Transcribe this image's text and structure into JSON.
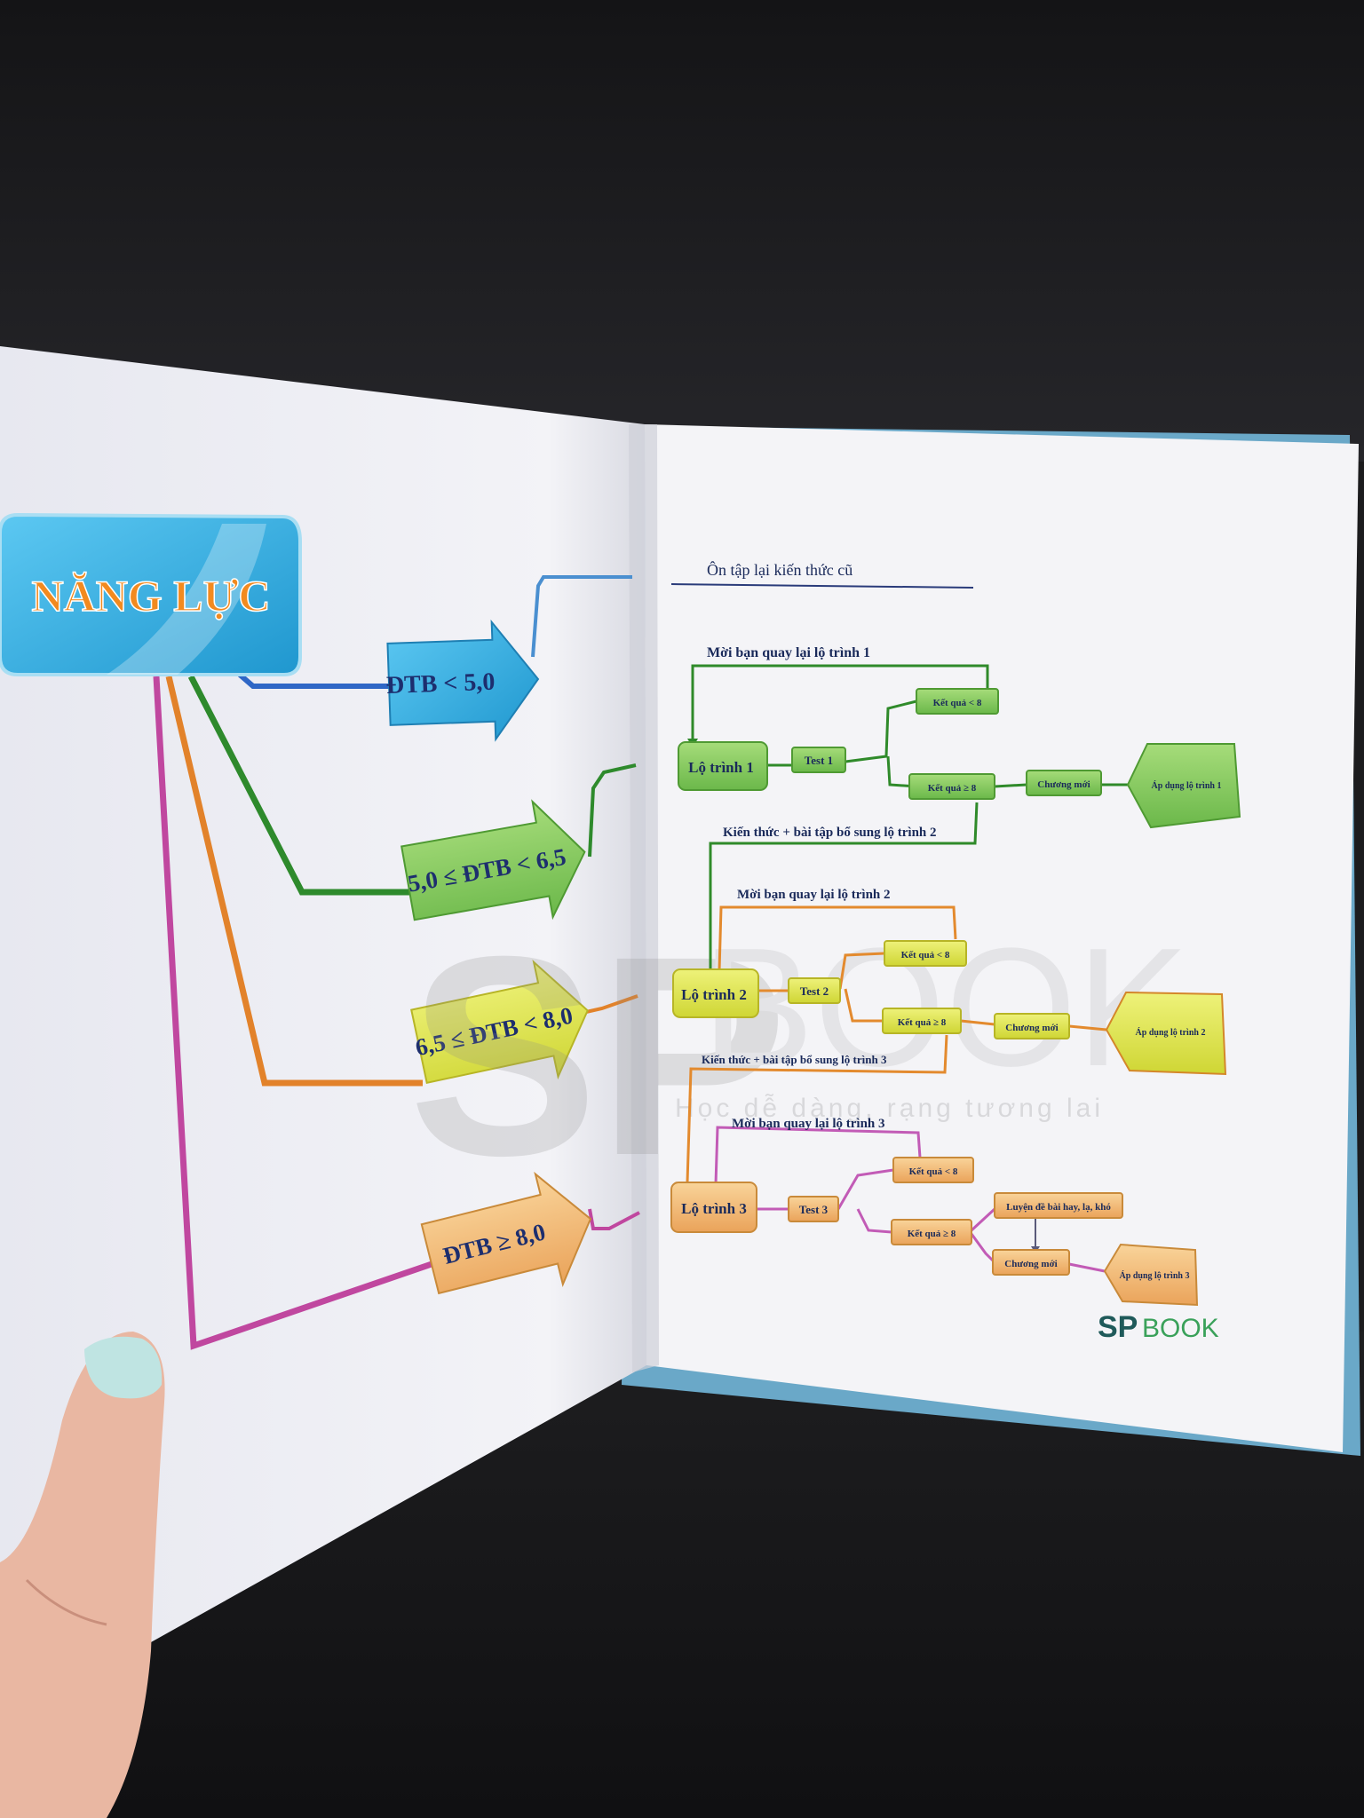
{
  "left_page": {
    "main_label": "NĂNG LỰC",
    "branches": [
      {
        "label": "ĐTB < 5,0",
        "color": "#2e9bd6"
      },
      {
        "label": "5,0 ≤ ĐTB < 6,5",
        "color": "#5cab3a"
      },
      {
        "label": "6,5 ≤ ĐTB < 8,0",
        "color": "#d9df3c"
      },
      {
        "label": "ĐTB ≥ 8,0",
        "color": "#f2c25a"
      }
    ]
  },
  "right_page": {
    "header": "Ôn tập lại kiến thức cũ",
    "route1": {
      "loop_label": "Mời bạn quay lại lộ trình 1",
      "route": "Lộ trình 1",
      "test": "Test 1",
      "result_lt": "Kết quả < 8",
      "result_ge": "Kết quả ≥ 8",
      "next": "Chương mới",
      "apply": "Áp dụng lộ trình 1",
      "supplement": "Kiến thức + bài tập bổ sung lộ trình 2"
    },
    "route2": {
      "loop_label": "Mời bạn quay lại lộ trình 2",
      "route": "Lộ trình 2",
      "test": "Test 2",
      "result_lt": "Kết quả < 8",
      "result_ge": "Kết quả ≥ 8",
      "next": "Chương mới",
      "apply": "Áp dụng lộ trình 2",
      "supplement": "Kiến thức + bài tập bổ sung lộ trình 3"
    },
    "route3": {
      "loop_label": "Mời bạn quay lại lộ trình 3",
      "route": "Lộ trình 3",
      "test": "Test 3",
      "result_lt": "Kết quả < 8",
      "result_ge": "Kết quả ≥ 8",
      "practice": "Luyện đề bài hay, lạ, khó",
      "next": "Chương mới",
      "apply": "Áp dụng lộ trình 3"
    },
    "watermark_slogan": "Học dễ dàng, rạng tương lai",
    "logo_sp": "SP",
    "logo_book": "BOOK"
  },
  "colors": {
    "green_fill": "#8fd06a",
    "green_line": "#2f8a2a",
    "yellow_fill": "#e3ea5c",
    "orange_line": "#e38a2e",
    "peach_fill": "#f4b98a",
    "pink_line": "#c25bb6",
    "blue_box": "#32aee0"
  }
}
